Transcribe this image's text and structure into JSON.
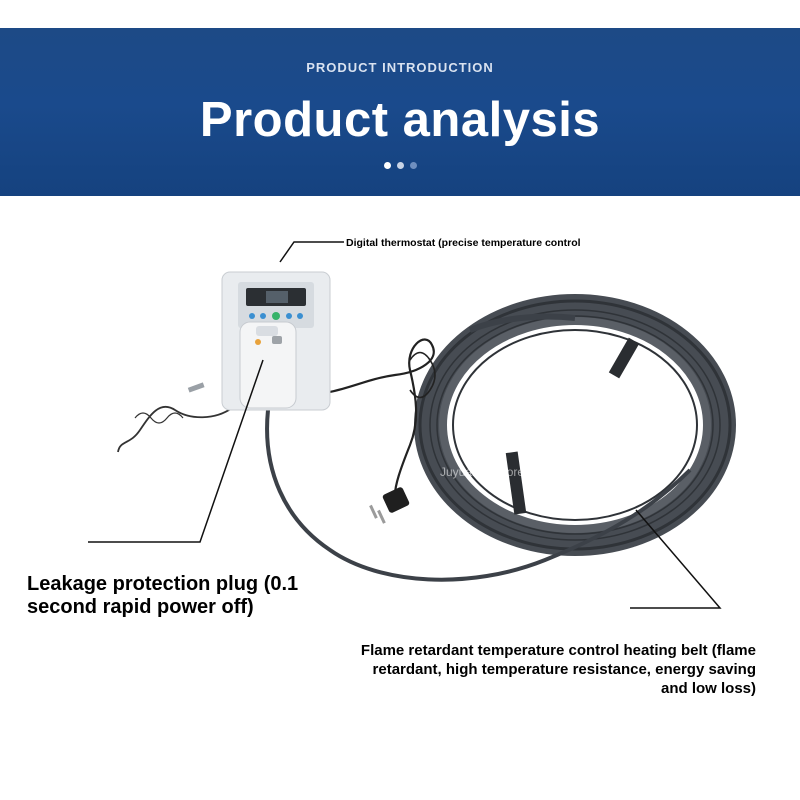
{
  "banner": {
    "subtitle": "PRODUCT INTRODUCTION",
    "title": "Product analysis",
    "bg_color": "#1a4a8c",
    "dots": [
      "#ffffff",
      "#c9d4e6",
      "#6f8fbf"
    ]
  },
  "labels": {
    "thermostat": "Digital thermostat (precise temperature control",
    "plug": "Leakage protection plug (0.1 second rapid power off)",
    "belt": "Flame retardant temperature control heating belt (flame retardant, high temperature resistance, energy saving and low loss)"
  },
  "watermark": {
    "text": "Juyuanda Store"
  },
  "colors": {
    "cable": "#3c4148",
    "device": "#e9ecef"
  }
}
